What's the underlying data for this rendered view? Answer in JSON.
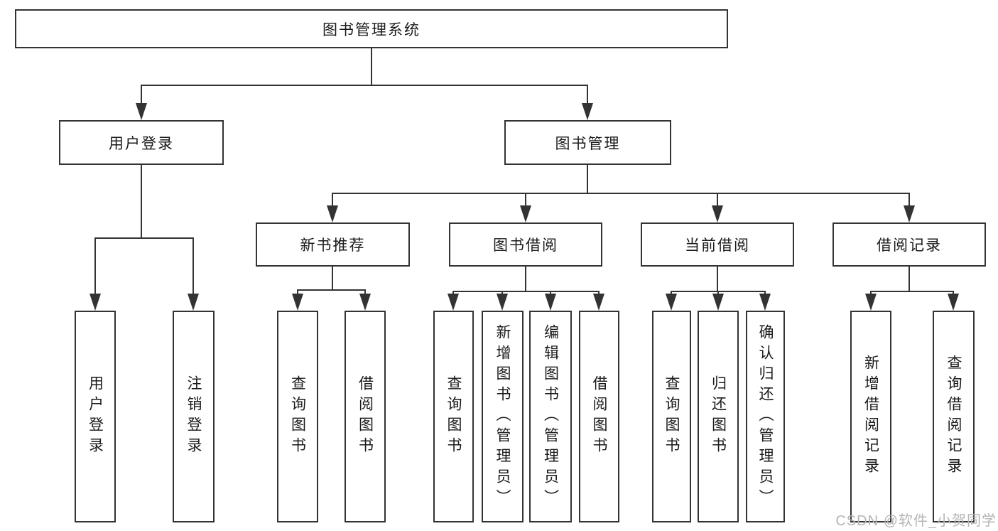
{
  "colors": {
    "line": "#333333",
    "text": "#1a1a1a",
    "watermark": "#b5b5b5"
  },
  "watermark": {
    "text": "CSDN @软件_小贺同学"
  },
  "tree": {
    "label": "图书管理系统",
    "children": [
      {
        "label": "用户登录",
        "children": [
          {
            "label": "用户登录"
          },
          {
            "label": "注销登录"
          }
        ]
      },
      {
        "label": "图书管理",
        "children": [
          {
            "label": "新书推荐",
            "children": [
              {
                "label": "查询图书"
              },
              {
                "label": "借阅图书"
              }
            ]
          },
          {
            "label": "图书借阅",
            "children": [
              {
                "label": "查询图书"
              },
              {
                "label": "新增图书（管理员）"
              },
              {
                "label": "编辑图书（管理员）"
              },
              {
                "label": "借阅图书"
              }
            ]
          },
          {
            "label": "当前借阅",
            "children": [
              {
                "label": "查询图书"
              },
              {
                "label": "归还图书"
              },
              {
                "label": "确认归还（管理员）"
              }
            ]
          },
          {
            "label": "借阅记录",
            "children": [
              {
                "label": "新增借阅记录"
              },
              {
                "label": "查询借阅记录"
              }
            ]
          }
        ]
      }
    ]
  }
}
